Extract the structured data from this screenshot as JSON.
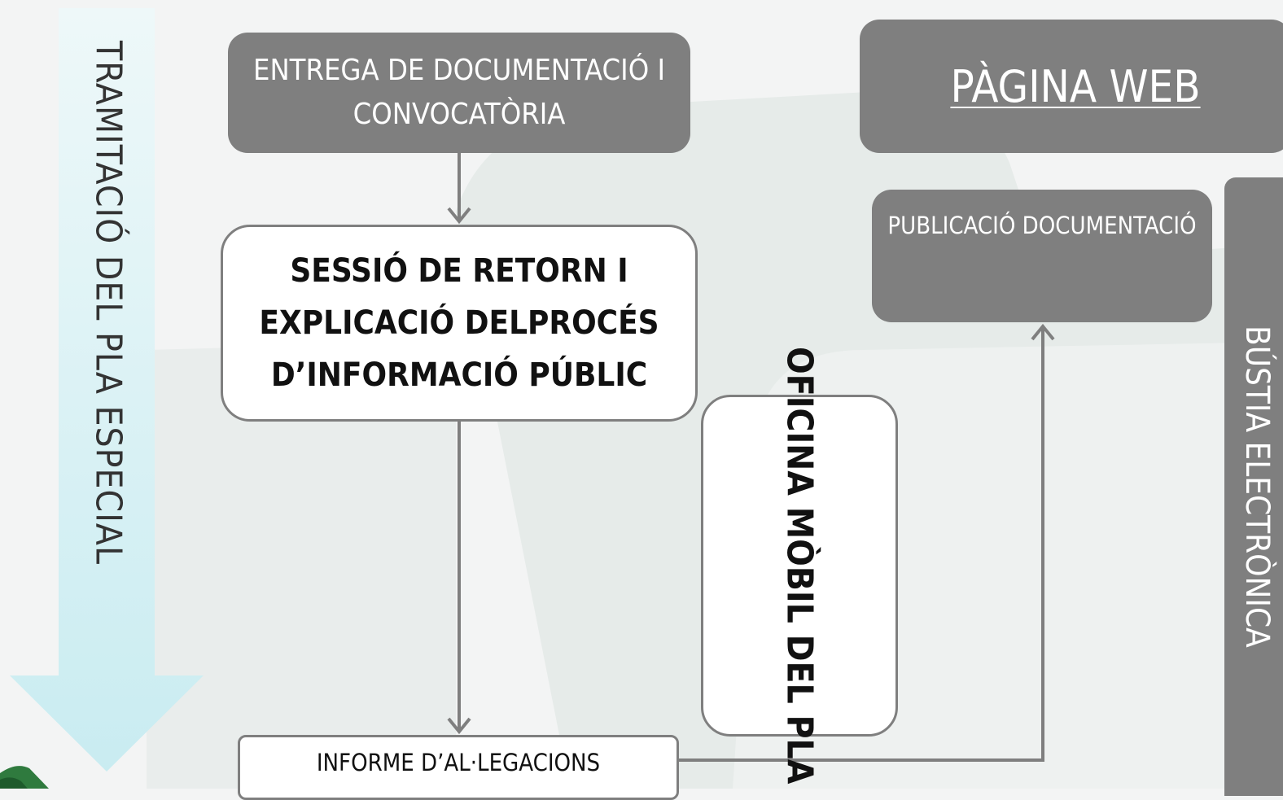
{
  "side_arrow": {
    "label": "TRAMITACIÓ DEL PLA ESPECIAL"
  },
  "boxes": {
    "entrega": "ENTREGA DE DOCUMENTACIÓ I CONVOCATÒRIA",
    "pagina_web": "PÀGINA WEB",
    "publicacio": "PUBLICACIÓ DOCUMENTACIÓ",
    "sessio": "SESSIÓ DE RETORN I EXPLICACIÓ DELPROCÉS D’INFORMACIÓ PÚBLIC",
    "oficina": "OFICINA MÒBIL DEL PLA",
    "bustia": "BÚSTIA ELECTRÒNICA",
    "informe": "INFORME D’AL·LEGACIONS"
  },
  "colors": {
    "box_gray": "#7f7f7f",
    "arrow_light_blue": "#d2eef2",
    "background": "#f3f4f4"
  }
}
